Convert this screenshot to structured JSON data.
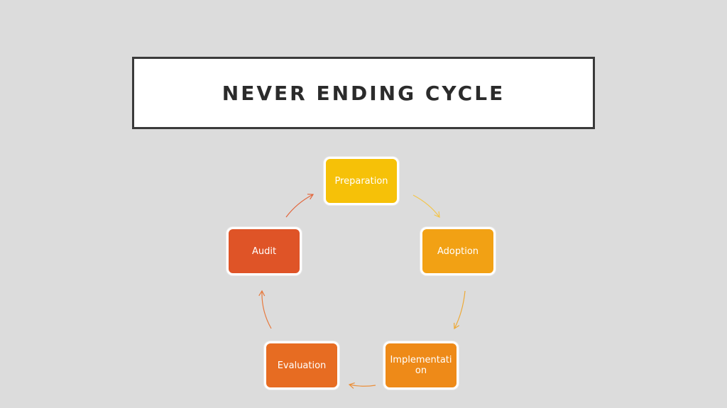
{
  "title": "NEVER ENDING CYCLE",
  "cycle": {
    "nodes": [
      {
        "id": "preparation",
        "label": "Preparation",
        "color": "#f6c108"
      },
      {
        "id": "adoption",
        "label": "Adoption",
        "color": "#f2a114"
      },
      {
        "id": "implementation",
        "label": "Implementati on",
        "color": "#ee8a18"
      },
      {
        "id": "evaluation",
        "label": "Evaluation",
        "color": "#e76c22"
      },
      {
        "id": "audit",
        "label": "Audit",
        "color": "#df5427"
      }
    ],
    "arrow_colors": [
      "#f3c54a",
      "#eea935",
      "#eb8f3a",
      "#e77a3e",
      "#e2653b"
    ]
  }
}
